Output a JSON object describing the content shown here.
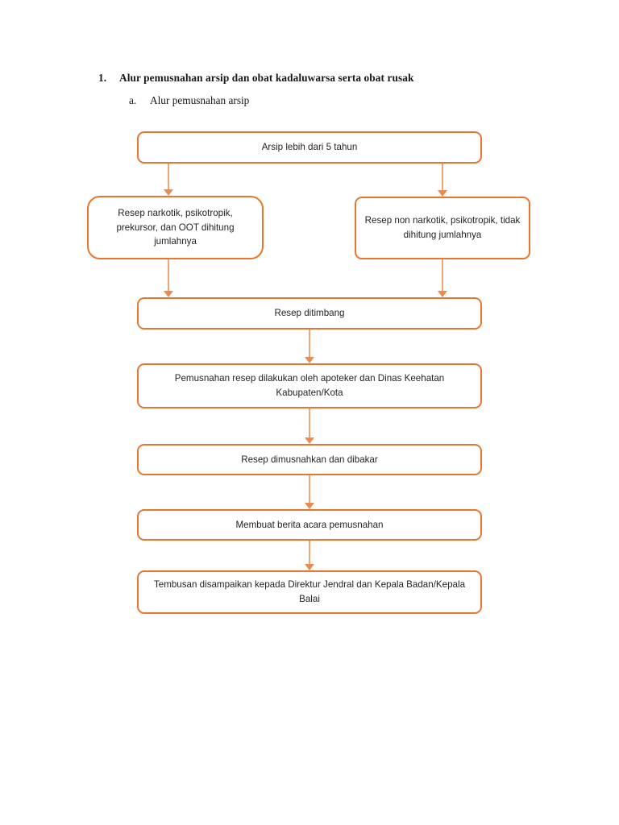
{
  "document": {
    "headings": [
      {
        "marker": "1.",
        "text": "Alur pemusnahan arsip dan obat kadaluwarsa serta obat rusak",
        "level": 1
      },
      {
        "marker": "a.",
        "text": "Alur pemusnahan arsip",
        "level": 2
      }
    ]
  },
  "colors": {
    "node_border": "#E8762C",
    "arrow_stem": "#F2A473",
    "arrow_head": "#ED8B4F",
    "node_text": "#232323",
    "heading_text": "#181818",
    "page_background": "#FFFFFF"
  },
  "flowchart": {
    "title": "Alur pemusnahan arsip",
    "nodes": [
      {
        "id": "arsip",
        "text": "Arsip lebih dari 5 tahun"
      },
      {
        "id": "narkotik",
        "text": "Resep narkotik, psikotropik, prekursor, dan OOT dihitung jumlahnya"
      },
      {
        "id": "nonnarkotik",
        "text": "Resep non narkotik, psikotropik, tidak dihitung jumlahnya"
      },
      {
        "id": "ditimbang",
        "text": "Resep ditimbang"
      },
      {
        "id": "pemusnahan",
        "text": "Pemusnahan resep dilakukan oleh apoteker dan Dinas Keehatan Kabupaten/Kota"
      },
      {
        "id": "dibakar",
        "text": "Resep dimusnahkan dan dibakar"
      },
      {
        "id": "berita",
        "text": "Membuat berita acara pemusnahan"
      },
      {
        "id": "tembusan",
        "text": "Tembusan disampaikan kepada Direktur Jendral dan Kepala Badan/Kepala Balai"
      }
    ],
    "edges": [
      {
        "from": "arsip",
        "to": "narkotik"
      },
      {
        "from": "arsip",
        "to": "nonnarkotik"
      },
      {
        "from": "narkotik",
        "to": "ditimbang"
      },
      {
        "from": "nonnarkotik",
        "to": "ditimbang"
      },
      {
        "from": "ditimbang",
        "to": "pemusnahan"
      },
      {
        "from": "pemusnahan",
        "to": "dibakar"
      },
      {
        "from": "dibakar",
        "to": "berita"
      },
      {
        "from": "berita",
        "to": "tembusan"
      }
    ]
  }
}
